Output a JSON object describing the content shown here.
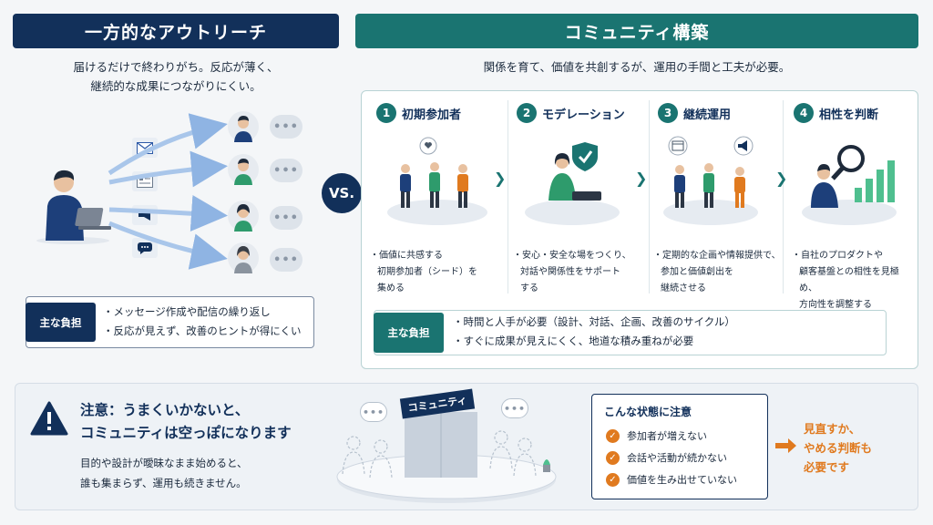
{
  "left": {
    "banner": "一方的なアウトリーチ",
    "subtitle_lines": [
      "届けるだけで終わりがち。反応が薄く、",
      "継続的な成果につながりにくい。"
    ],
    "bubble_text": "•••",
    "burden": {
      "label": "主な負担",
      "items": [
        "・メッセージ作成や配信の繰り返し",
        "・反応が見えず、改善のヒントが得にくい"
      ]
    }
  },
  "vs": "VS.",
  "right": {
    "banner": "コミュニティ構築",
    "subtitle": "関係を育て、価値を共創するが、運用の手間と工夫が必要。",
    "steps": [
      {
        "num": "1",
        "title": "初期参加者",
        "desc": [
          "・価値に共感する",
          "初期参加者（シード）を",
          "集める"
        ]
      },
      {
        "num": "2",
        "title": "モデレーション",
        "desc": [
          "・安心・安全な場をつくり、",
          "対話や関係性をサポート",
          "する"
        ]
      },
      {
        "num": "3",
        "title": "継続運用",
        "desc": [
          "・定期的な企画や情報提供で、",
          "参加と価値創出を",
          "継続させる"
        ]
      },
      {
        "num": "4",
        "title": "相性を判断",
        "desc": [
          "・自社のプロダクトや",
          "顧客基盤との相性を見極め、",
          "方向性を調整する"
        ]
      }
    ],
    "burden": {
      "label": "主な負担",
      "items": [
        "・時間と人手が必要（設計、対話、企画、改善のサイクル）",
        "・すぐに成果が見えにくく、地道な積み重ねが必要"
      ]
    }
  },
  "bottom": {
    "warning_title": [
      "注意：うまくいかないと、",
      "コミュニティは空っぽになります"
    ],
    "warning_text": [
      "目的や設計が曖昧なまま始めると、",
      "誰も集まらず、運用も続きません。"
    ],
    "sign_text": "コミュニティ",
    "bubble_text": "•••",
    "caution": {
      "title": "こんな状態に注意",
      "items": [
        "参加者が増えない",
        "会話や活動が続かない",
        "価値を生み出せていない"
      ]
    },
    "review": [
      "見直すか、",
      "やめる判断も",
      "必要です"
    ]
  },
  "colors": {
    "navy": "#12305a",
    "teal": "#1a7471",
    "orange": "#e07a1f"
  }
}
